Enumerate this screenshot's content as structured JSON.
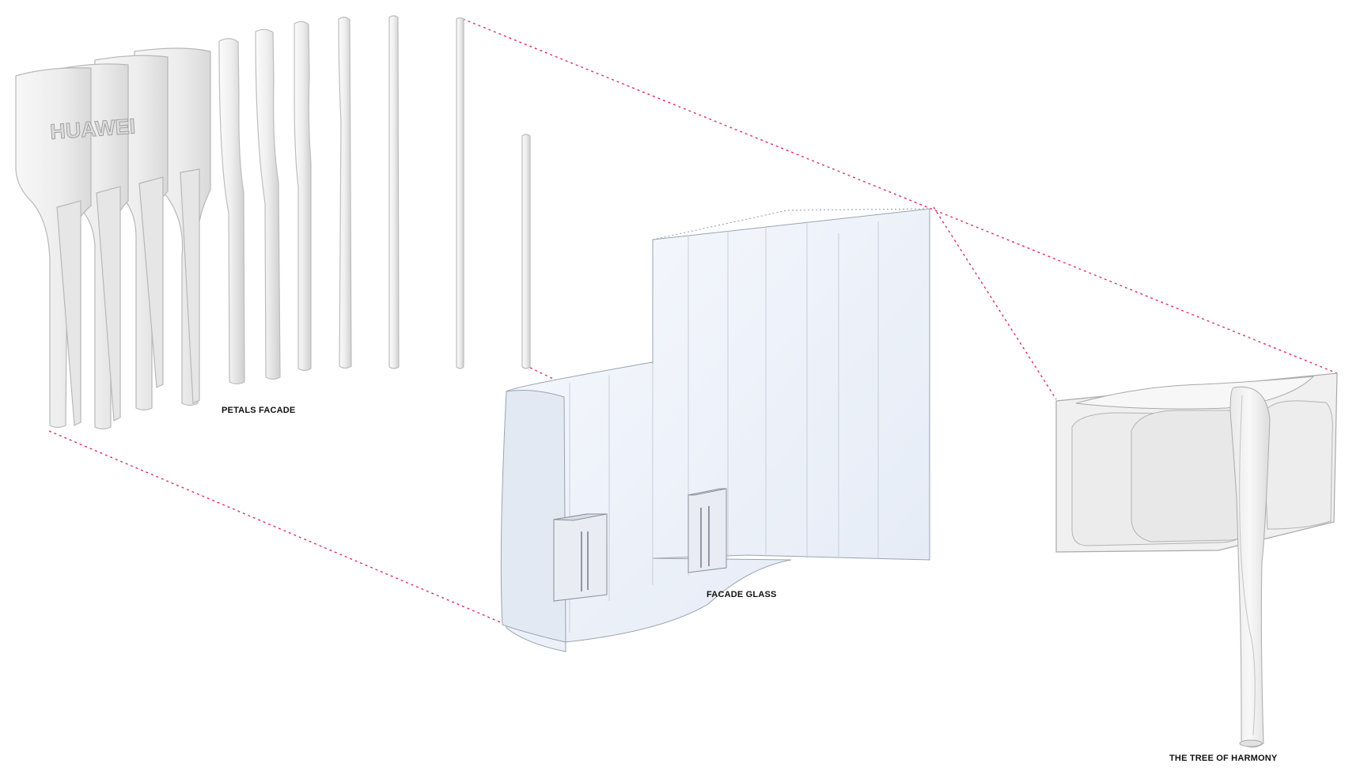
{
  "diagram": {
    "brand_text": "HUAWEI",
    "labels": {
      "petals": "PETALS FACADE",
      "glass": "FACADE GLASS",
      "tree": "THE TREE OF HARMONY"
    },
    "colors": {
      "background": "#ffffff",
      "component_fill": "#f2f2f2",
      "component_stroke": "#bdbdbd",
      "glass_fill": "#eef3fb",
      "glass_stroke": "#9aa3b0",
      "exploded_line": "#e0306a",
      "label_text": "#111111"
    },
    "components": [
      "petals-facade",
      "facade-glass",
      "tree-of-harmony"
    ]
  }
}
